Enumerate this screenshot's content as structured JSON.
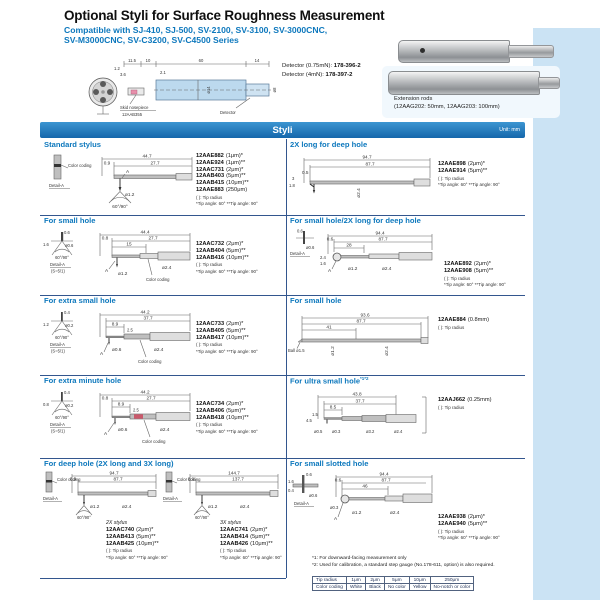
{
  "header": {
    "title": "Optional Styli for Surface Roughness Measurement",
    "subtitle1": "Compatible with SJ-410, SJ-500, SV-2100, SV-3100, SV-3000CNC,",
    "subtitle2": "SV-M3000CNC, SV-C3200, SV-C4500 Series"
  },
  "detector": {
    "dims": [
      "11.5",
      "10",
      "60",
      "14",
      "2.1",
      "ø14",
      "ø8",
      "1.2",
      "3.6"
    ],
    "skid_label": "Skid nosepiece",
    "skid_part": "12AAB355",
    "detector_label": "Detector",
    "info": [
      {
        "label": "Detector (0.75mN): ",
        "part": "178-396-2"
      },
      {
        "label": "Detector (4mN): ",
        "part": "178-397-2"
      }
    ]
  },
  "extension": {
    "label1": "Extension rods",
    "label2": "(12AAG202: 50mm, 12AAG203: 100mm)"
  },
  "styli_band": {
    "title": "Styli",
    "unit": "Unit: mm"
  },
  "common": {
    "tip_radius_note": "(  ): Tip radius",
    "tip_angle_note": "*Tip angle: 60°   **Tip angle: 90°"
  },
  "sections": [
    {
      "title": "Standard stylus",
      "d": {
        "total": "44.7",
        "sub": "27.7",
        "s1": "0.9",
        "dia1": "ø1.2",
        "angle": "60°/90°"
      },
      "labels": {
        "color": "Color coding",
        "detail": "Detail-A",
        "a": "A"
      },
      "parts": [
        {
          "num": "12AAE882",
          "spec": "(1μm)*"
        },
        {
          "num": "12AAE924",
          "spec": "(1μm)**"
        },
        {
          "num": "12AAC731",
          "spec": "(2μm)*"
        },
        {
          "num": "12AAB403",
          "spec": "(5μm)**"
        },
        {
          "num": "12AAB415",
          "spec": "(10μm)**"
        },
        {
          "num": "12AAE883",
          "spec": "(250μm)"
        }
      ]
    },
    {
      "title": "2X long for deep hole",
      "d": {
        "total": "94.7",
        "sub": "87.7",
        "s1": "0.5",
        "dia1": "ø2.4",
        "v1": "3",
        "v2": "1.8"
      },
      "parts": [
        {
          "num": "12AAE898",
          "spec": "(2μm)*"
        },
        {
          "num": "12AAE914",
          "spec": "(5μm)**"
        }
      ]
    },
    {
      "title": "For small hole",
      "d": {
        "total": "44.4",
        "sub": "27.7",
        "seg": "15",
        "s1": "0.8",
        "dia1": "ø1.2",
        "dia2": "ø2.4",
        "angle": "60°/90°",
        "dtop": "0.6",
        "ddia": "ø0.6",
        "dv1": "1.6"
      },
      "labels": {
        "color": "Color coding",
        "detail": "Detail-A",
        "scale": "(S=5/1)",
        "a": "A"
      },
      "parts": [
        {
          "num": "12AAC732",
          "spec": "(2μm)*"
        },
        {
          "num": "12AAB404",
          "spec": "(5μm)**"
        },
        {
          "num": "12AAB416",
          "spec": "(10μm)**"
        }
      ]
    },
    {
      "title": "For small hole/2X long for deep hole",
      "d": {
        "total": "94.4",
        "sub": "87.7",
        "seg": "28",
        "s1": "0.6",
        "dia1": "ø1.2",
        "dia2": "ø2.4",
        "dtop": "0.6",
        "ddia": "ø0.6",
        "v1": "2.4",
        "v2": "1.6"
      },
      "labels": {
        "detail": "Detail-A",
        "a": "A"
      },
      "parts": [
        {
          "num": "12AAE892",
          "spec": "(2μm)*"
        },
        {
          "num": "12AAE908",
          "spec": "(5μm)**"
        }
      ]
    },
    {
      "title": "For extra small hole",
      "d": {
        "total": "44.2",
        "sub": "37.7",
        "seg": "8.9",
        "v1": "2.5",
        "dia1": "ø0.6",
        "dia2": "ø2.4",
        "angle": "60°/90°",
        "dtop": "0.4",
        "dv1": "1.2",
        "ddia": "ø0.2"
      },
      "labels": {
        "color": "Color coding",
        "detail": "Detail-A",
        "scale": "(S=5/1)",
        "a": "A"
      },
      "parts": [
        {
          "num": "12AAC733",
          "spec": "(2μm)*"
        },
        {
          "num": "12AAB405",
          "spec": "(5μm)**"
        },
        {
          "num": "12AAB417",
          "spec": "(10μm)**"
        }
      ]
    },
    {
      "title": "For small hole",
      "d": {
        "total": "93.6",
        "sub": "87.7",
        "seg": "41",
        "dia1": "ø1.2",
        "dia2": "ø2.4",
        "ball": "Ball ø1.5"
      },
      "parts": [
        {
          "num": "12AAE884",
          "spec": "(0.8mm)"
        }
      ]
    },
    {
      "title": "For extra minute hole",
      "d": {
        "total": "44.2",
        "sub": "27.7",
        "seg": "8.9",
        "s1": "0.8",
        "v1": "2.5",
        "dia1": "ø0.6",
        "dia2": "ø2.4",
        "angle": "60°/90°",
        "dtop": "0.4",
        "dv1": "0.8",
        "ddia": "ø0.2"
      },
      "labels": {
        "color": "Color coding",
        "detail": "Detail-A",
        "scale": "(S=5/1)",
        "a": "A"
      },
      "parts": [
        {
          "num": "12AAC734",
          "spec": "(2μm)*"
        },
        {
          "num": "12AAB406",
          "spec": "(5μm)**"
        },
        {
          "num": "12AAB418",
          "spec": "(10μm)**"
        }
      ]
    },
    {
      "title": "For ultra small hole",
      "sup": "*1*2",
      "d": {
        "total": "43.8",
        "sub": "37.7",
        "seg": "8.5",
        "v1": "1.5",
        "v2": "4.5",
        "dia1": "ø0.5",
        "dia2": "ø0.3",
        "dia3": "ø3.2",
        "dia4": "ø2.4"
      },
      "parts": [
        {
          "num": "12AAJ662",
          "spec": "(0.25mm)"
        }
      ]
    },
    {
      "title": "For deep hole (2X long and 3X long)",
      "labels": {
        "color": "Color coding",
        "detail": "Detail-A"
      },
      "sub": [
        {
          "name": "2X stylus",
          "d": {
            "total": "94.7",
            "sub": "87.7",
            "s1": "0.9",
            "dia1": "ø1.2",
            "dia2": "ø2.4",
            "angle": "60°/90°"
          },
          "parts": [
            {
              "num": "12AAC740",
              "spec": "(2μm)*"
            },
            {
              "num": "12AAB413",
              "spec": "(5μm)**"
            },
            {
              "num": "12AAB425",
              "spec": "(10μm)**"
            }
          ]
        },
        {
          "name": "3X stylus",
          "d": {
            "total": "144.7",
            "sub": "137.7",
            "s1": "0.9",
            "dia1": "ø1.2",
            "dia2": "ø2.4",
            "angle": "60°/90°"
          },
          "parts": [
            {
              "num": "12AAC741",
              "spec": "(2μm)*"
            },
            {
              "num": "12AAB414",
              "spec": "(5μm)**"
            },
            {
              "num": "12AAB426",
              "spec": "(10μm)**"
            }
          ]
        }
      ]
    },
    {
      "title": "For small slotted hole",
      "d": {
        "total": "94.4",
        "sub": "87.7",
        "seg": "46",
        "s1": "0.6",
        "dia0": "ø0.3",
        "dia1": "ø1.2",
        "dia2": "ø2.4",
        "dtop": "0.6",
        "dv1": "1.6",
        "dv2": "0.4",
        "ddia": "ø0.6"
      },
      "labels": {
        "detail": "Detail-A",
        "a": "A"
      },
      "parts": [
        {
          "num": "12AAE938",
          "spec": "(2μm)*"
        },
        {
          "num": "12AAE940",
          "spec": "(5μm)**"
        }
      ]
    }
  ],
  "footnotes": [
    "*1: For downward-facing measurement only",
    "*2: Used for calibration, a standard step gauge (No.178-611, option) is also required."
  ],
  "color_table": {
    "rows": [
      [
        "Tip radius",
        "1μm",
        "2μm",
        "5μm",
        "10μm",
        "250μm"
      ],
      [
        "Color coding",
        "White",
        "Black",
        "No color",
        "Yellow",
        "No-notch or color"
      ]
    ]
  }
}
